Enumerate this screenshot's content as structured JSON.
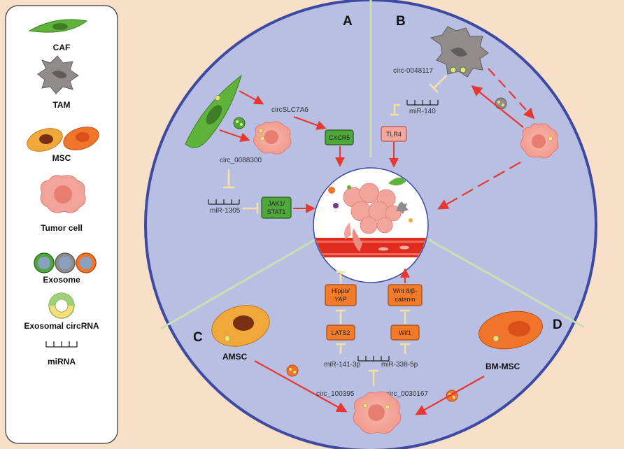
{
  "legend": {
    "items": [
      {
        "key": "caf",
        "label": "CAF"
      },
      {
        "key": "tam",
        "label": "TAM"
      },
      {
        "key": "msc",
        "label": "MSC"
      },
      {
        "key": "tumor",
        "label": "Tumor cell"
      },
      {
        "key": "exosome",
        "label": "Exosome"
      },
      {
        "key": "circrna",
        "label": "Exosomal circRNA"
      },
      {
        "key": "mirna",
        "label": "miRNA"
      }
    ]
  },
  "sections": {
    "a": "A",
    "b": "B",
    "c": "C",
    "d": "D"
  },
  "panel_a": {
    "circ_top": "circSLC7A6",
    "circ_mid": "circ_0088300",
    "mirna": "miR-1305",
    "box_cxcr5": "CXCR5",
    "box_jak_1": "JAK1/",
    "box_jak_2": "STAT1"
  },
  "panel_b": {
    "circ": "circ-0048117",
    "mirna": "miR-140",
    "box_tlr4": "TLR4"
  },
  "panel_c": {
    "cell": "AMSC",
    "circ": "circ_100395",
    "mirna": "miR-141-3p",
    "box_lats2": "LATS2",
    "box_hippo_1": "Hippo/",
    "box_hippo_2": "YAP"
  },
  "panel_d": {
    "cell": "BM-MSC",
    "circ": "circ_0030167",
    "mirna": "miR-338-5p",
    "box_wif1": "Wif1",
    "box_wnt_1": "Wnt 8/β-",
    "box_wnt_2": "catenin"
  },
  "colors": {
    "background": "#f8dfc7",
    "circle_fill": "#b9bfe3",
    "circle_stroke": "#3d4aa3",
    "divider": "#c9e0b2",
    "caf": "#5fb33b",
    "tam": "#8f8c8b",
    "msc_a": "#f0a83a",
    "msc_b": "#f0742a",
    "tumor": "#f3a49a",
    "green_box": "#4fa83a",
    "pink_box": "#f2a79f",
    "orange_box": "#f27b2a",
    "arrow": "#e8372f",
    "inhibit": "#f3e2a0"
  }
}
